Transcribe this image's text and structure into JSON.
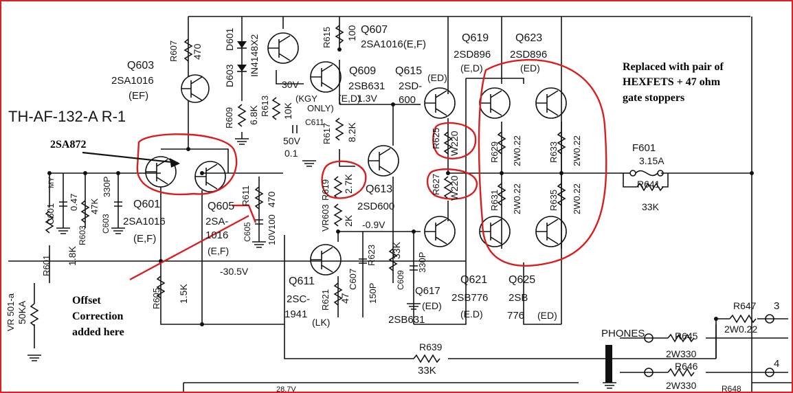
{
  "board_title": "TH-AF-132-A R-1",
  "colors": {
    "ink": "#151515",
    "annotation": "#d81e1e",
    "paper": "#ffffff"
  },
  "notes": {
    "hexfet_line1": "Replaced with pair of",
    "hexfet_line2": "HEXFETS + 47 ohm",
    "hexfet_line3": "gate stoppers",
    "part_2sa872": "2SA872",
    "offset_line1": "Offset",
    "offset_line2": "Correction",
    "offset_line3": "added here"
  },
  "labels": {
    "q603": "Q603",
    "q603_type": "2SA1016",
    "q603_grade": "(EF)",
    "r607": "R607",
    "r607_val": "470",
    "d601": "D601",
    "d603": "D603",
    "d_type": "IN4148X2",
    "r615": "R615",
    "r615_val": "100",
    "q607": "Q607",
    "q607_type": "2SA1016(E,F)",
    "q609": "Q609",
    "q609_type": "2SB631",
    "q609_grade": "(E,D)",
    "q615": "Q615",
    "q615_type": "2SD-",
    "q615_type2": "600",
    "q615_grade": "(ED)",
    "q619": "Q619",
    "q619_type": "2SD896",
    "q619_grade": "(E,D)",
    "q623": "Q623",
    "q623_type": "2SD896",
    "q623_grade": "(ED)",
    "v30": "30V",
    "v13": "1.3V",
    "kgy": "(KGY",
    "only": "ONLY)",
    "r609": "R609",
    "r609_val": "6.8K",
    "r613": "R613",
    "r613_val": "10K",
    "c611": "C611",
    "c611_v": "50V",
    "c611_val": "0.1",
    "r617": "R617",
    "r617_val": "8.2K",
    "r625": "R625",
    "r625_val": "W220",
    "r627": "R627",
    "r627_val": "W220",
    "r629": "R629",
    "r629_val": "2W0.22",
    "r633": "R633",
    "r633_val": "2W0.22",
    "r631": "R631",
    "r631_val": "2W0.22",
    "r635": "R635",
    "r635_val": "2W0.22",
    "f601": "F601",
    "f601_val": "3.15A",
    "r641": "R641",
    "r641_val": "33K",
    "c601": "C601",
    "my": "MY",
    "c601_val": "0.47",
    "r603": "R603",
    "r603_val": "47K",
    "c603": "C603",
    "c603_val": "330P",
    "q601": "Q601",
    "q601_type": "2SA1016",
    "q601_grade": "(E,F)",
    "q605": "Q605",
    "q605_type": "2SA-",
    "q605_type2": "1016",
    "q605_grade": "(E,F)",
    "r611": "R611",
    "r611_val": "470",
    "c605": "C605",
    "c605_val": "10V100",
    "r619": "R619",
    "r619_val": "2.7K",
    "vr603": "VR603",
    "vr603_val": "2K",
    "q613": "Q613",
    "q613_type": "2SD600",
    "v09": "-0.9V",
    "v305": "-30.5V",
    "r601": "R601",
    "r601_val": "1.8K",
    "vr501": "VR 501-a",
    "vr501_val": "50KA",
    "r605": "R605",
    "r605_val": "1.5K",
    "q611": "Q611",
    "q611_type": "2SC-",
    "q611_type2": "1941",
    "q611_grade": "(LK)",
    "r621": "R621",
    "r621_val": "47",
    "c607": "C607",
    "c607_val": "150P",
    "r623": "R623",
    "r623_val": "33K",
    "c609": "C609",
    "c609_val": "330P",
    "q617": "Q617",
    "q617_grade": "(ED)",
    "q617_type": "2SB631",
    "q621": "Q621",
    "q621_type": "2SB776",
    "q621_grade": "(E.D)",
    "q625": "Q625",
    "q625_type": "2SB",
    "q625_type2": "776",
    "q625_grade": "(ED)",
    "r639": "R639",
    "r639_val": "33K",
    "phones": "PHONES",
    "r645": "R645",
    "r645_val": "2W330",
    "r646": "R646",
    "r646_val": "2W330",
    "r647": "R647",
    "r647_val": "2W0.22",
    "r648": "R648",
    "pin3": "3",
    "pin4": "4",
    "bottom_v": "28.7V"
  }
}
